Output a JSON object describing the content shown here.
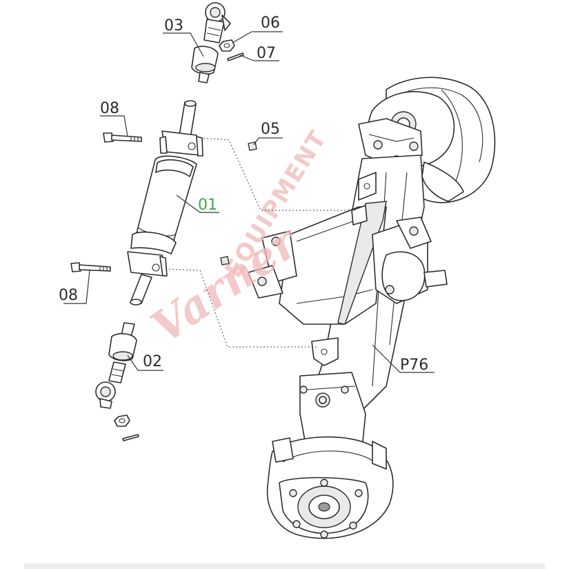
{
  "labels": {
    "p01": "01",
    "p02": "02",
    "p03": "03",
    "p05": "05",
    "p06": "06",
    "p07": "07",
    "p08_top": "08",
    "p08_bottom": "08",
    "p76": "P76"
  },
  "watermark": {
    "word1": "Varner",
    "word2": "EQUIPMENT"
  },
  "colors": {
    "line": "#2b2b2b",
    "watermark": "#f1b7b7",
    "highlight": "#3aa84a"
  }
}
